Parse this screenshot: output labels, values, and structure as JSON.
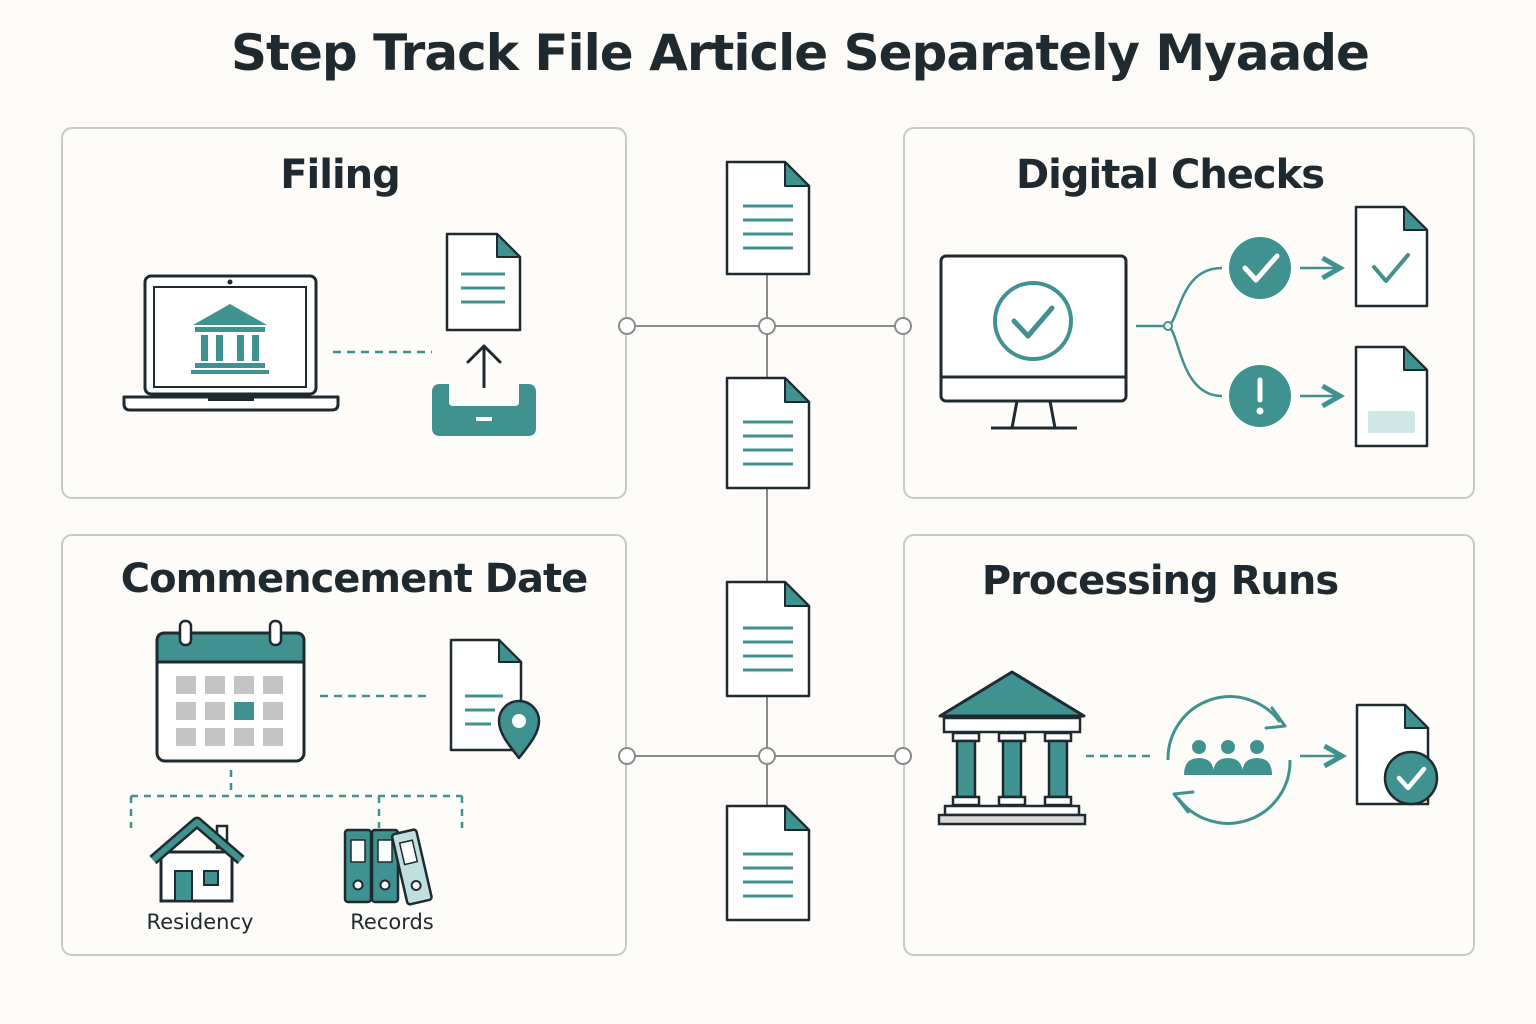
{
  "title": "Step Track File Article Separately Myaade",
  "panels": {
    "filing": {
      "title": "Filing"
    },
    "digital_checks": {
      "title": "Digital Checks"
    },
    "commencement_date": {
      "title": "Commencement Date",
      "items": [
        "Residency",
        "Records"
      ]
    },
    "processing_runs": {
      "title": "Processing Runs"
    }
  },
  "colors": {
    "accent": "#3f9290",
    "accent_light": "#cfe8e6",
    "stroke": "#1f2a30",
    "panel_border": "#c9c9c9",
    "connector": "#8a8a8a",
    "background": "#fcfbf7"
  },
  "icons": [
    "laptop-bank-icon",
    "upload-tray-icon",
    "document-icon",
    "monitor-check-icon",
    "check-circle-icon",
    "alert-circle-icon",
    "calendar-icon",
    "location-document-icon",
    "house-icon",
    "binders-icon",
    "bank-building-icon",
    "people-cycle-icon",
    "document-check-icon"
  ]
}
